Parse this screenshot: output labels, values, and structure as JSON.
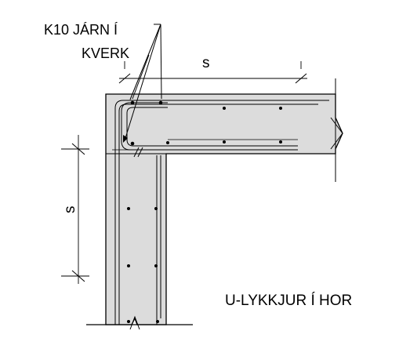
{
  "labels": {
    "bar_note_line1": "K10 JÁRN Í",
    "bar_note_line2": "KVERK",
    "horizontal_spacing": "s",
    "vertical_spacing": "s",
    "loop_note": "U-LYKKJUR Í HOR"
  },
  "colors": {
    "concrete_fill": "#dcdcdc",
    "line": "#000000",
    "background": "#ffffff"
  }
}
